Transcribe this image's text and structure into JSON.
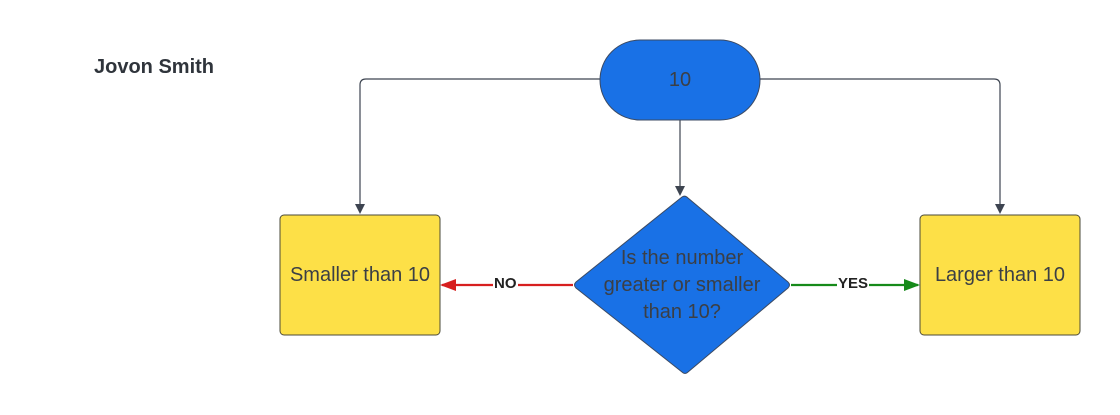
{
  "author": "Jovon Smith",
  "nodes": {
    "start": {
      "label": "10"
    },
    "decision": {
      "label": "Is the number greater or smaller than 10?"
    },
    "smaller": {
      "label": "Smaller than 10"
    },
    "larger": {
      "label": "Larger than 10"
    }
  },
  "edges": {
    "no": {
      "label": "NO"
    },
    "yes": {
      "label": "YES"
    }
  },
  "colors": {
    "blue": "#1971e6",
    "yellow": "#fde047",
    "red": "#d71f1f",
    "green": "#168a1a",
    "line": "#3d4450"
  }
}
